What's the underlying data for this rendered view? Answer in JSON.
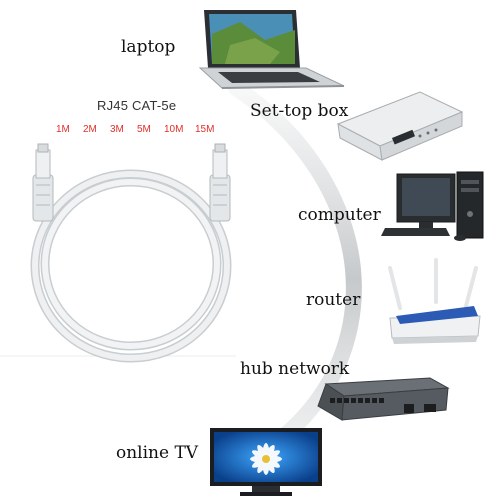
{
  "product": {
    "title": "RJ45 CAT-5e",
    "lengths": [
      "1M",
      "2M",
      "3M",
      "5M",
      "10M",
      "15M"
    ]
  },
  "devices": {
    "laptop": "laptop",
    "settop": "Set-top box",
    "computer": "computer",
    "router": "router",
    "hub": "hub network",
    "tv": "online TV"
  },
  "colors": {
    "cable": "#e9ecee",
    "lengths_text": "#e0302a",
    "arc": "#cfd2d4"
  },
  "icons": [
    "ethernet-cable",
    "laptop-icon",
    "set-top-box-icon",
    "desktop-computer-icon",
    "wifi-router-icon",
    "network-hub-icon",
    "television-icon"
  ]
}
